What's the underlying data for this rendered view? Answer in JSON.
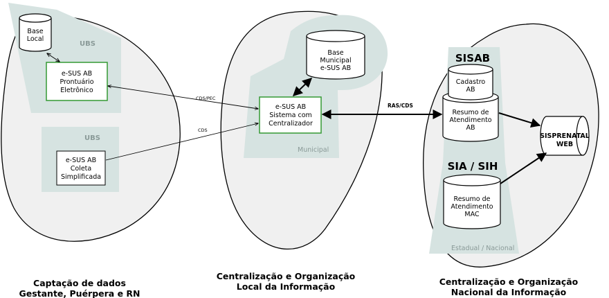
{
  "groups": {
    "left": {
      "zone_top": "UBS",
      "zone_bottom": "UBS",
      "caption": [
        "Captação de dados",
        "Gestante, Puérpera e RN"
      ]
    },
    "middle": {
      "zone": "Municipal",
      "caption": [
        "Centralização e Organização",
        "Local da Informação"
      ]
    },
    "right": {
      "zone": "Estadual / Nacional",
      "title_top": "SISAB",
      "title_bottom": "SIA / SIH",
      "caption": [
        "Centralização e Organização",
        "Nacional da Informação"
      ]
    }
  },
  "nodes": {
    "base_local": [
      "Base",
      "Local"
    ],
    "prontuario": [
      "e-SUS AB",
      "Prontuário",
      "Eletrônico"
    ],
    "coleta": [
      "e-SUS AB",
      "Coleta",
      "Simplificada"
    ],
    "base_municipal": [
      "Base",
      "Municipal",
      "e-SUS AB"
    ],
    "centralizador": [
      "e-SUS AB",
      "Sistema com",
      "Centralizador"
    ],
    "cadastro": [
      "Cadastro",
      "AB"
    ],
    "resumo_ab": [
      "Resumo de",
      "Atendimento",
      "AB"
    ],
    "resumo_mac": [
      "Resumo de",
      "Atendimento",
      "MAC"
    ],
    "sisprenatal": [
      "SISPRENATAL",
      "WEB"
    ]
  },
  "edges": {
    "cds_pec": "CDS/PEC",
    "cds": "CDS",
    "ras_cds": "RAS/CDS"
  },
  "colors": {
    "zone_fill": "#d6e3e1",
    "group_fill": "#f0f0f0",
    "node_border": "#339933"
  }
}
